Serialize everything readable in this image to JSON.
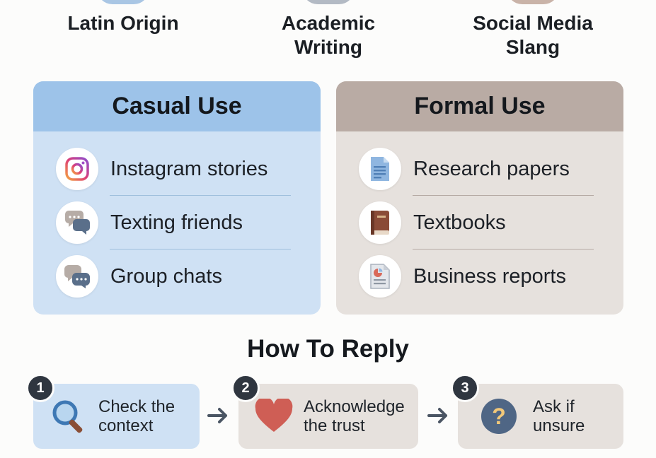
{
  "origins": [
    {
      "label": "Latin Origin",
      "color": "#a9c6e4"
    },
    {
      "label": "Academic\nWriting",
      "color": "#b3bac4"
    },
    {
      "label": "Social Media\nSlang",
      "color": "#c9b3a8"
    }
  ],
  "casual": {
    "title": "Casual Use",
    "items": [
      {
        "label": "Instagram stories",
        "icon": "instagram-icon"
      },
      {
        "label": "Texting friends",
        "icon": "chat-bubbles-icon"
      },
      {
        "label": "Group chats",
        "icon": "group-chat-icon"
      }
    ]
  },
  "formal": {
    "title": "Formal Use",
    "items": [
      {
        "label": "Research papers",
        "icon": "document-icon"
      },
      {
        "label": "Textbooks",
        "icon": "book-icon"
      },
      {
        "label": "Business reports",
        "icon": "report-icon"
      }
    ]
  },
  "reply": {
    "title": "How To Reply",
    "steps": [
      {
        "number": "1",
        "text": "Check the\ncontext",
        "icon": "magnifier-icon",
        "color": "#cfe1f4"
      },
      {
        "number": "2",
        "text": "Acknowledge\nthe trust",
        "icon": "heart-icon",
        "color": "#e6e1dd"
      },
      {
        "number": "3",
        "text": "Ask if\nunsure",
        "icon": "question-icon",
        "color": "#e6e1dd"
      }
    ]
  }
}
